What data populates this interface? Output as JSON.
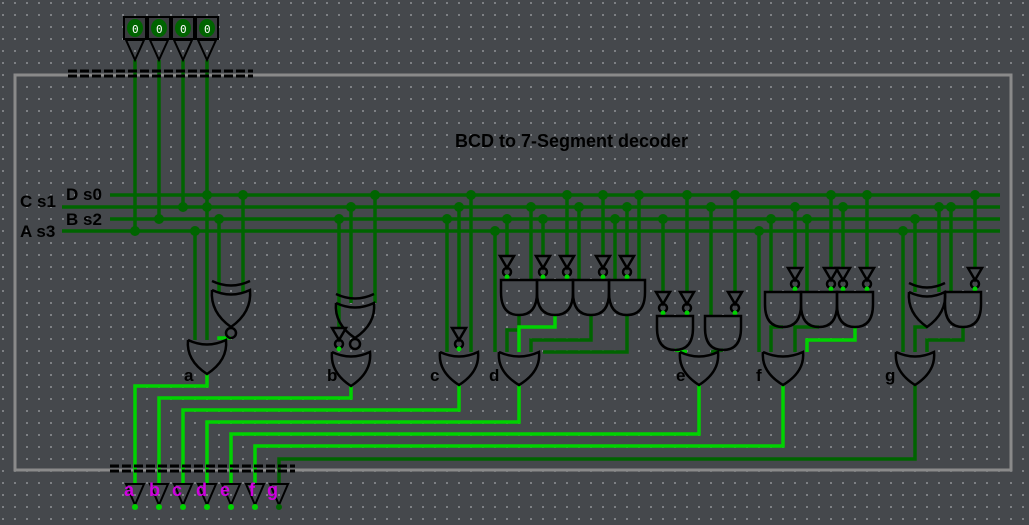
{
  "title": "BCD to 7-Segment decoder",
  "inputs": {
    "labels": {
      "d": "D s0",
      "c": "C s1",
      "b": "B s2",
      "a": "A s3"
    },
    "pin_values": [
      "0",
      "0",
      "0",
      "0"
    ]
  },
  "gate_labels": [
    "a",
    "b",
    "c",
    "d",
    "e",
    "f",
    "g"
  ],
  "outputs": {
    "labels": [
      "a",
      "b",
      "c",
      "d",
      "e",
      "f",
      "g"
    ],
    "states": [
      1,
      1,
      1,
      1,
      1,
      1,
      0
    ]
  },
  "colors": {
    "background": "#45484c",
    "wire_low": "#006400",
    "wire_high": "#00d200",
    "frame": "#8a8a8a",
    "output_label": "#d000e0",
    "gate_stroke": "#000000"
  }
}
